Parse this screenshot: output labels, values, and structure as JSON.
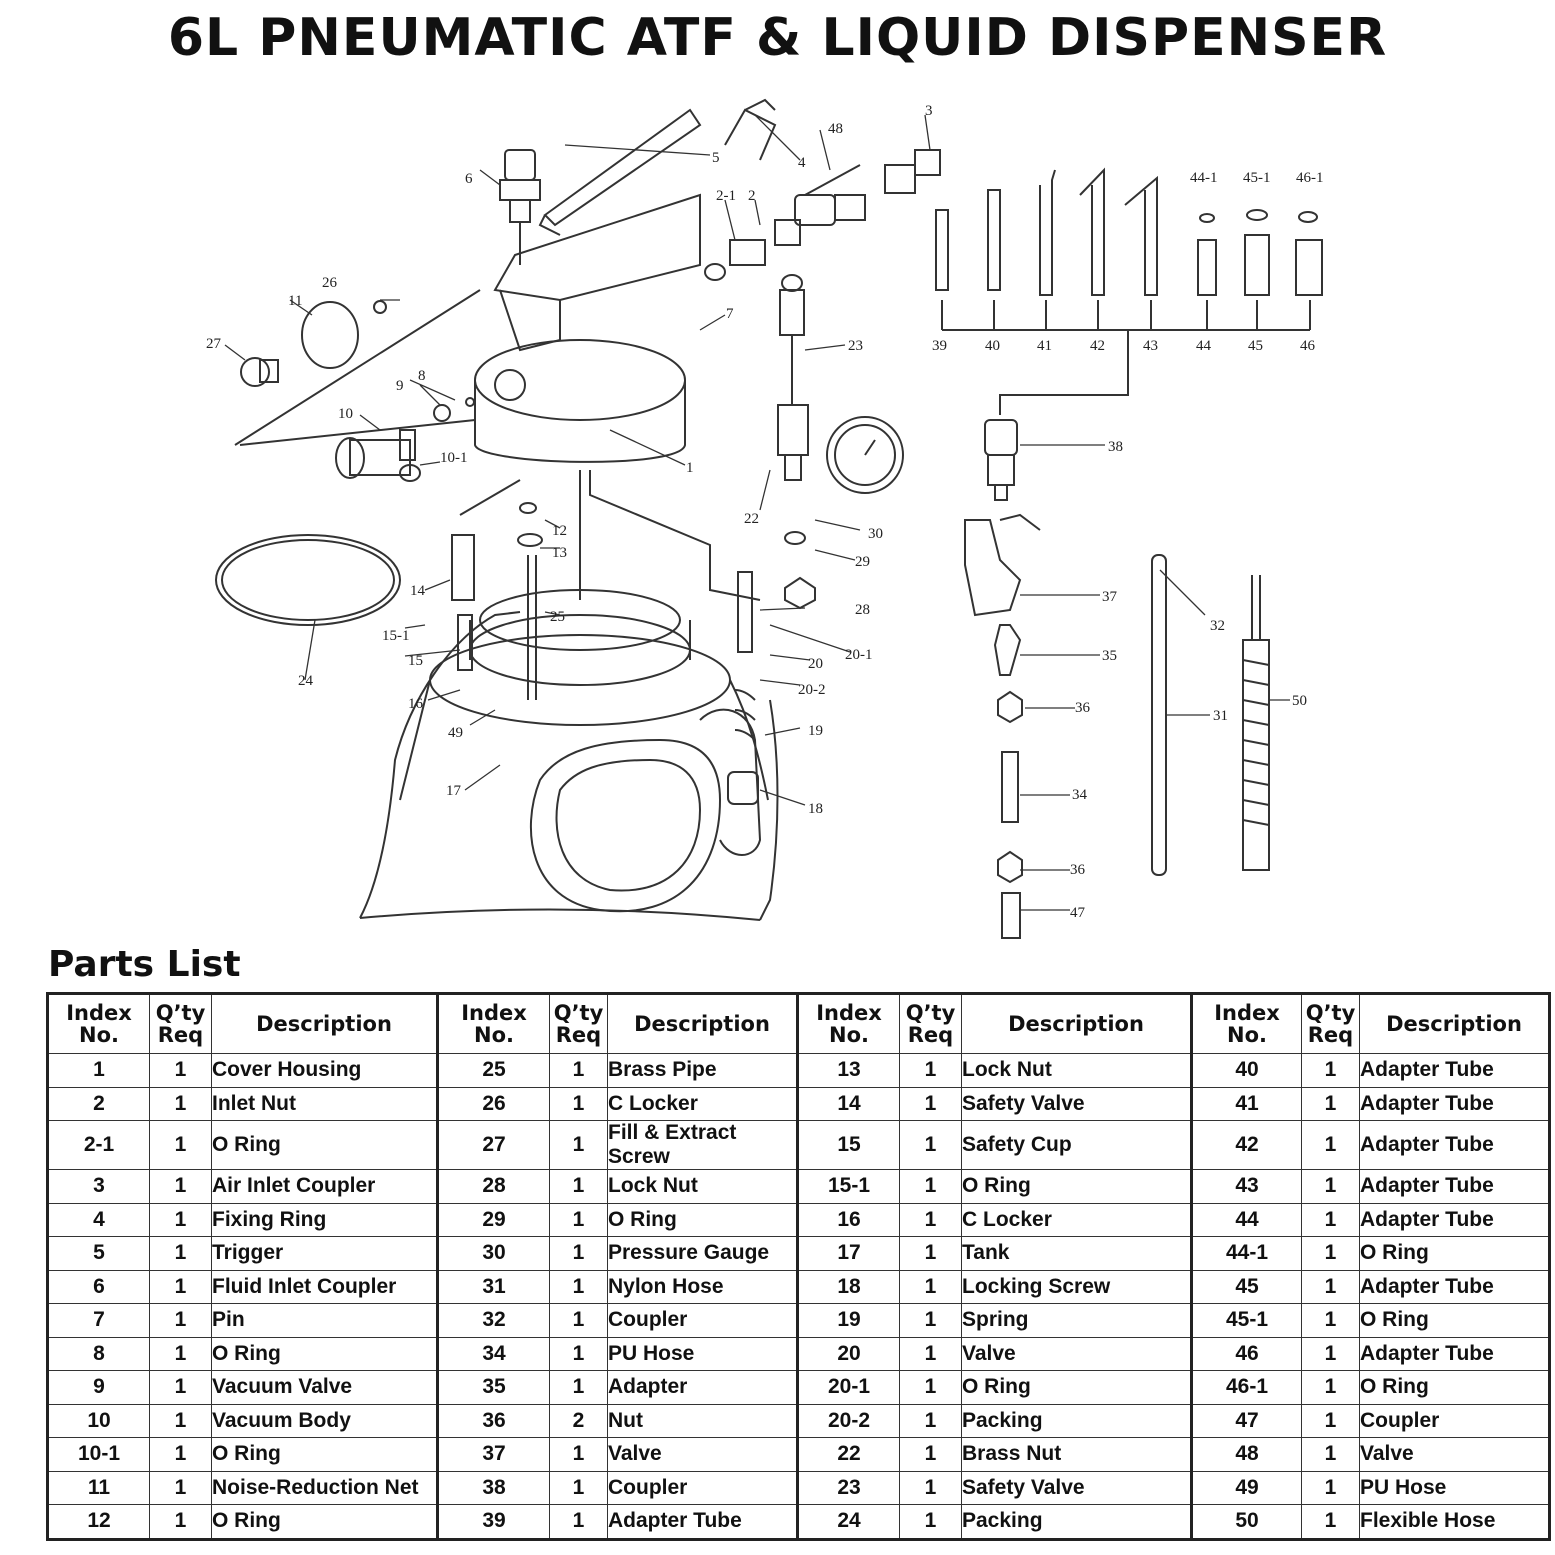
{
  "title": "6L PNEUMATIC ATF & LIQUID DISPENSER",
  "parts_heading": "Parts List",
  "headers": {
    "index": "Index No.",
    "qty": "Q’ty Req",
    "description": "Description"
  },
  "diagram_labels": {
    "l1": "1",
    "l2": "2",
    "l2_1": "2-1",
    "l3": "3",
    "l4": "4",
    "l5": "5",
    "l6": "6",
    "l7": "7",
    "l8": "8",
    "l9": "9",
    "l10": "10",
    "l10_1": "10-1",
    "l11": "11",
    "l12": "12",
    "l13": "13",
    "l14": "14",
    "l15": "15",
    "l15_1": "15-1",
    "l16": "16",
    "l17": "17",
    "l18": "18",
    "l19": "19",
    "l20": "20",
    "l20_1": "20-1",
    "l20_2": "20-2",
    "l22": "22",
    "l23": "23",
    "l24": "24",
    "l25": "25",
    "l26": "26",
    "l27": "27",
    "l28": "28",
    "l29": "29",
    "l30": "30",
    "l31": "31",
    "l32": "32",
    "l34": "34",
    "l35": "35",
    "l36a": "36",
    "l36b": "36",
    "l37": "37",
    "l38": "38",
    "l39": "39",
    "l40": "40",
    "l41": "41",
    "l42": "42",
    "l43": "43",
    "l44": "44",
    "l44_1": "44-1",
    "l45": "45",
    "l45_1": "45-1",
    "l46": "46",
    "l46_1": "46-1",
    "l47": "47",
    "l48": "48",
    "l49": "49",
    "l50": "50"
  },
  "rows": [
    [
      [
        "1",
        "1",
        "Cover Housing"
      ],
      [
        "25",
        "1",
        "Brass Pipe"
      ],
      [
        "13",
        "1",
        "Lock Nut"
      ],
      [
        "40",
        "1",
        "Adapter Tube"
      ]
    ],
    [
      [
        "2",
        "1",
        "Inlet Nut"
      ],
      [
        "26",
        "1",
        "C Locker"
      ],
      [
        "14",
        "1",
        "Safety Valve"
      ],
      [
        "41",
        "1",
        "Adapter Tube"
      ]
    ],
    [
      [
        "2-1",
        "1",
        "O Ring"
      ],
      [
        "27",
        "1",
        "Fill & Extract Screw"
      ],
      [
        "15",
        "1",
        "Safety Cup"
      ],
      [
        "42",
        "1",
        "Adapter Tube"
      ]
    ],
    [
      [
        "3",
        "1",
        "Air Inlet Coupler"
      ],
      [
        "28",
        "1",
        "Lock Nut"
      ],
      [
        "15-1",
        "1",
        "O Ring"
      ],
      [
        "43",
        "1",
        "Adapter Tube"
      ]
    ],
    [
      [
        "4",
        "1",
        "Fixing Ring"
      ],
      [
        "29",
        "1",
        "O Ring"
      ],
      [
        "16",
        "1",
        "C Locker"
      ],
      [
        "44",
        "1",
        "Adapter Tube"
      ]
    ],
    [
      [
        "5",
        "1",
        "Trigger"
      ],
      [
        "30",
        "1",
        "Pressure Gauge"
      ],
      [
        "17",
        "1",
        "Tank"
      ],
      [
        "44-1",
        "1",
        "O Ring"
      ]
    ],
    [
      [
        "6",
        "1",
        "Fluid Inlet Coupler"
      ],
      [
        "31",
        "1",
        "Nylon Hose"
      ],
      [
        "18",
        "1",
        "Locking Screw"
      ],
      [
        "45",
        "1",
        "Adapter Tube"
      ]
    ],
    [
      [
        "7",
        "1",
        "Pin"
      ],
      [
        "32",
        "1",
        "Coupler"
      ],
      [
        "19",
        "1",
        "Spring"
      ],
      [
        "45-1",
        "1",
        "O Ring"
      ]
    ],
    [
      [
        "8",
        "1",
        "O Ring"
      ],
      [
        "34",
        "1",
        "PU Hose"
      ],
      [
        "20",
        "1",
        "Valve"
      ],
      [
        "46",
        "1",
        "Adapter Tube"
      ]
    ],
    [
      [
        "9",
        "1",
        "Vacuum Valve"
      ],
      [
        "35",
        "1",
        "Adapter"
      ],
      [
        "20-1",
        "1",
        "O Ring"
      ],
      [
        "46-1",
        "1",
        "O Ring"
      ]
    ],
    [
      [
        "10",
        "1",
        "Vacuum Body"
      ],
      [
        "36",
        "2",
        "Nut"
      ],
      [
        "20-2",
        "1",
        "Packing"
      ],
      [
        "47",
        "1",
        "Coupler"
      ]
    ],
    [
      [
        "10-1",
        "1",
        "O Ring"
      ],
      [
        "37",
        "1",
        "Valve"
      ],
      [
        "22",
        "1",
        "Brass Nut"
      ],
      [
        "48",
        "1",
        "Valve"
      ]
    ],
    [
      [
        "11",
        "1",
        "Noise-Reduction Net"
      ],
      [
        "38",
        "1",
        "Coupler"
      ],
      [
        "23",
        "1",
        "Safety Valve"
      ],
      [
        "49",
        "1",
        "PU Hose"
      ]
    ],
    [
      [
        "12",
        "1",
        "O Ring"
      ],
      [
        "39",
        "1",
        "Adapter Tube"
      ],
      [
        "24",
        "1",
        "Packing"
      ],
      [
        "50",
        "1",
        "Flexible Hose"
      ]
    ]
  ]
}
